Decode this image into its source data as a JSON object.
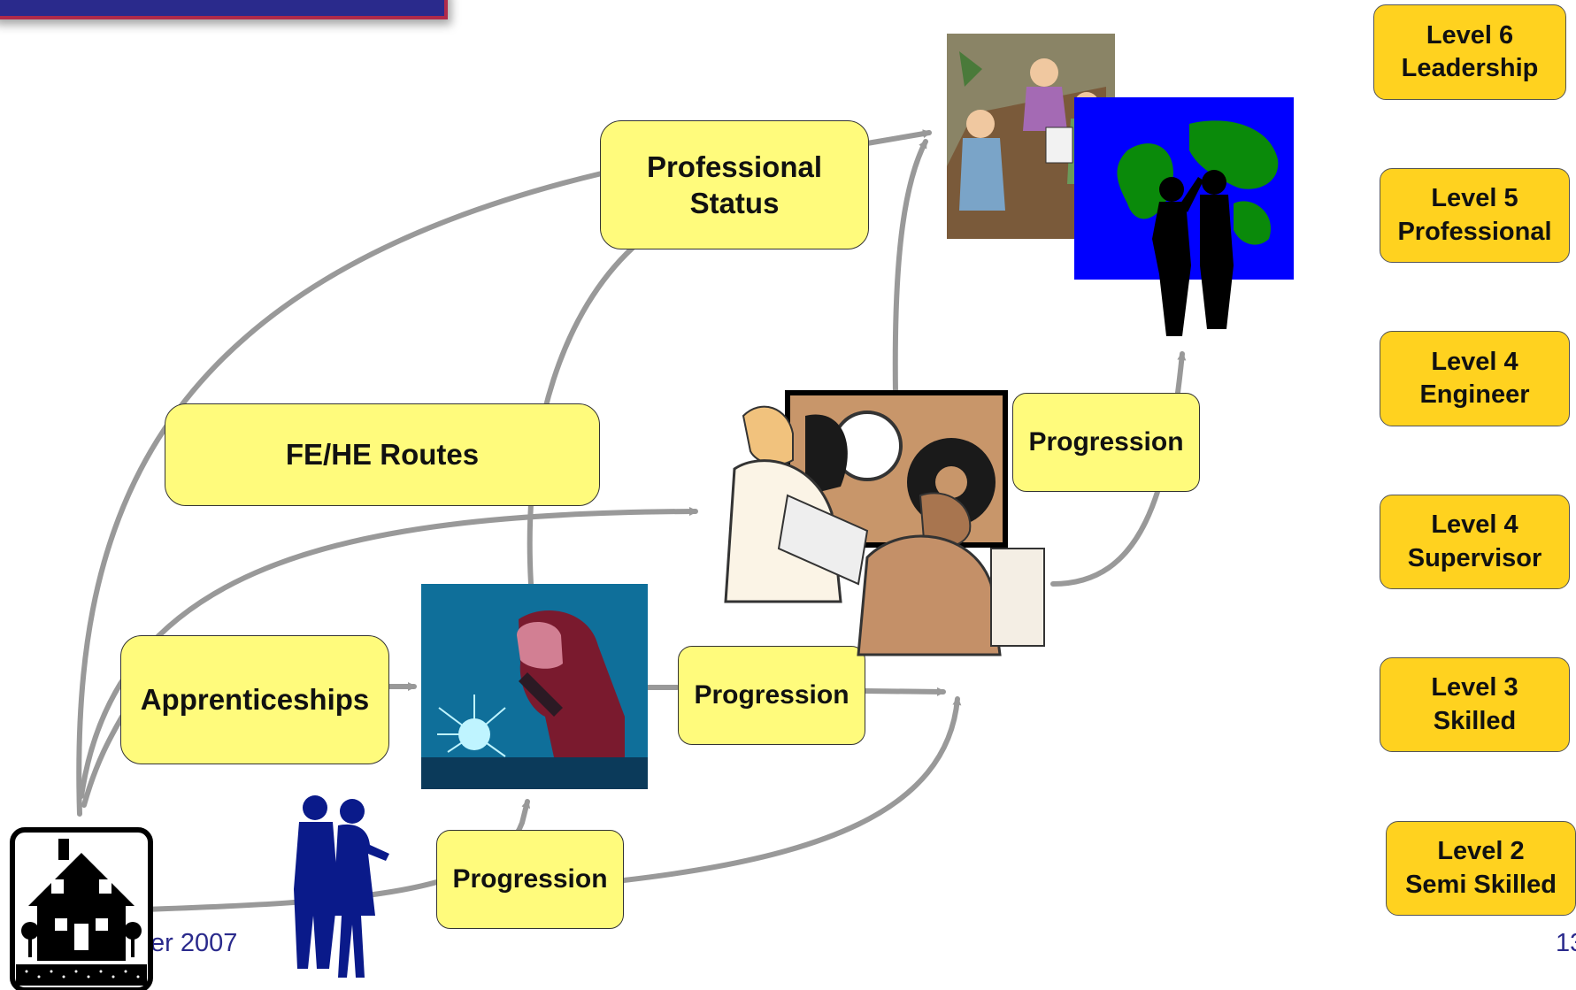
{
  "colors": {
    "box_fill": "#fffb7c",
    "level_fill": "#ffd21f",
    "arrow": "#999999",
    "footer": "#2a2a8c"
  },
  "routes": {
    "professional_status": "Professional\nStatus",
    "fe_he_routes": "FE/HE Routes",
    "apprenticeships": "Apprenticeships",
    "progression_top": "Progression",
    "progression_middle": "Progression",
    "progression_bottom": "Progression"
  },
  "levels": [
    {
      "label": "Level 6\nLeadership"
    },
    {
      "label": "Level 5\nProfessional"
    },
    {
      "label": "Level 4\nEngineer"
    },
    {
      "label": "Level 4\nSupervisor"
    },
    {
      "label": "Level 3\nSkilled"
    },
    {
      "label": "Level 2\nSemi Skilled"
    }
  ],
  "footer": {
    "date_fragment": "er 2007",
    "page_fragment": "13"
  },
  "icons": [
    "house-icon",
    "couple-silhouette-icon",
    "welder-clipart",
    "engineers-gears-clipart",
    "boardroom-meeting-clipart",
    "world-map-presenters-clipart"
  ]
}
